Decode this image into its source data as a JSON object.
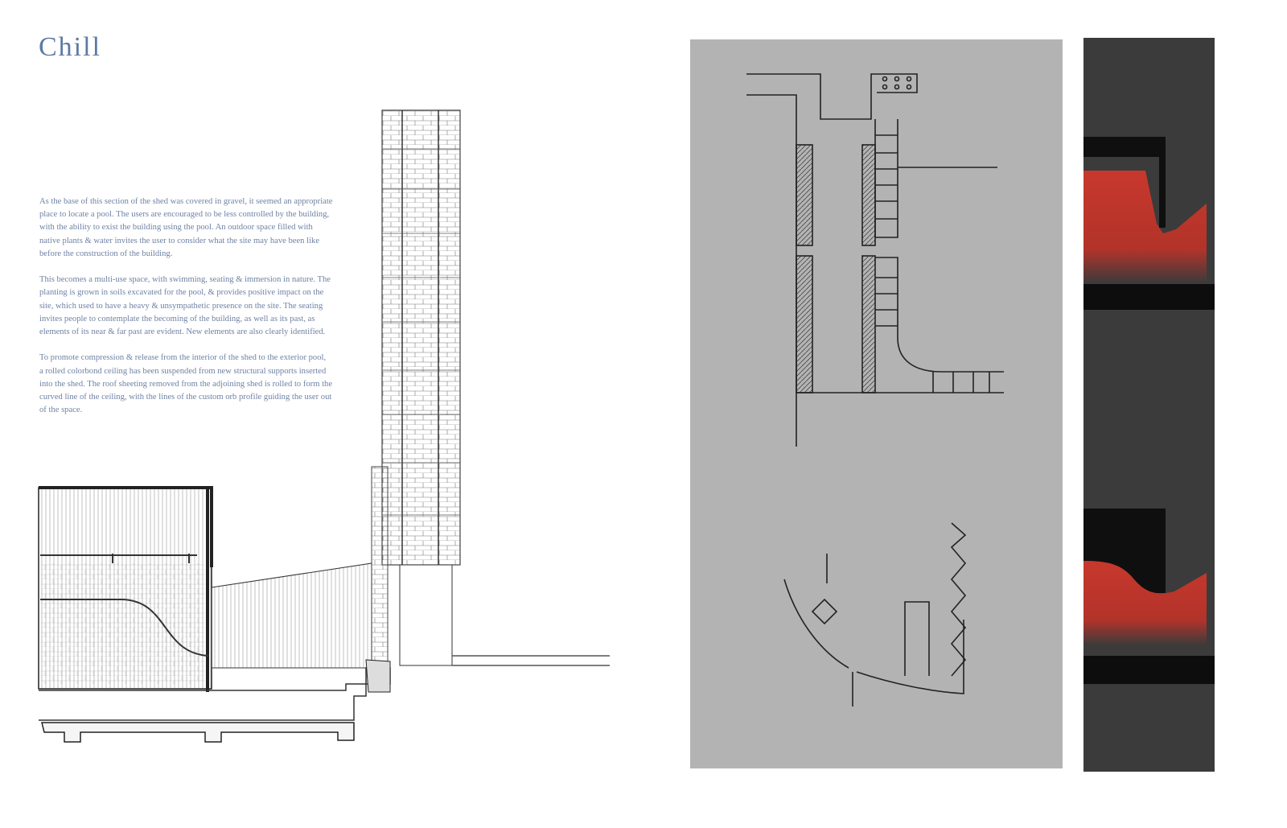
{
  "title": "Chill",
  "paragraphs": [
    [
      "As the base of this section of the shed was covered in gravel, it seemed an appropriate",
      "place to locate a pool. The users are encouraged to be less controlled by the building,",
      "with the ability to exist the building using the pool. An outdoor space filled with",
      "native plants & water invites the user to consider what the site may have been like",
      "before the construction of the building."
    ],
    [
      "This becomes a multi-use space, with swimming, seating & immersion in nature. The",
      "planting is grown in soils excavated for the pool, & provides positive impact on the",
      "site, which used to have a heavy & unsympathetic presence on the site. The seating",
      "invites people to contemplate the becoming of the building, as well as its past, as",
      "elements of its near & far past are evident. New elements are also clearly identified."
    ],
    [
      "To promote compression & release from the interior of the shed to the exterior pool,",
      "a rolled colorbond ceiling has been suspended from new structural supports inserted",
      "into the shed. The roof sheeting removed from the adjoining shed is rolled to form the",
      "curved line of the ceiling, with the lines of the custom orb profile guiding the user out",
      "of the space."
    ]
  ],
  "colors": {
    "title": "#5d7aa3",
    "text": "#6f82a4",
    "panel_grey": "#b3b3b3",
    "panel_dark": "#3b3b3b",
    "accent_red": "#c8382c"
  }
}
